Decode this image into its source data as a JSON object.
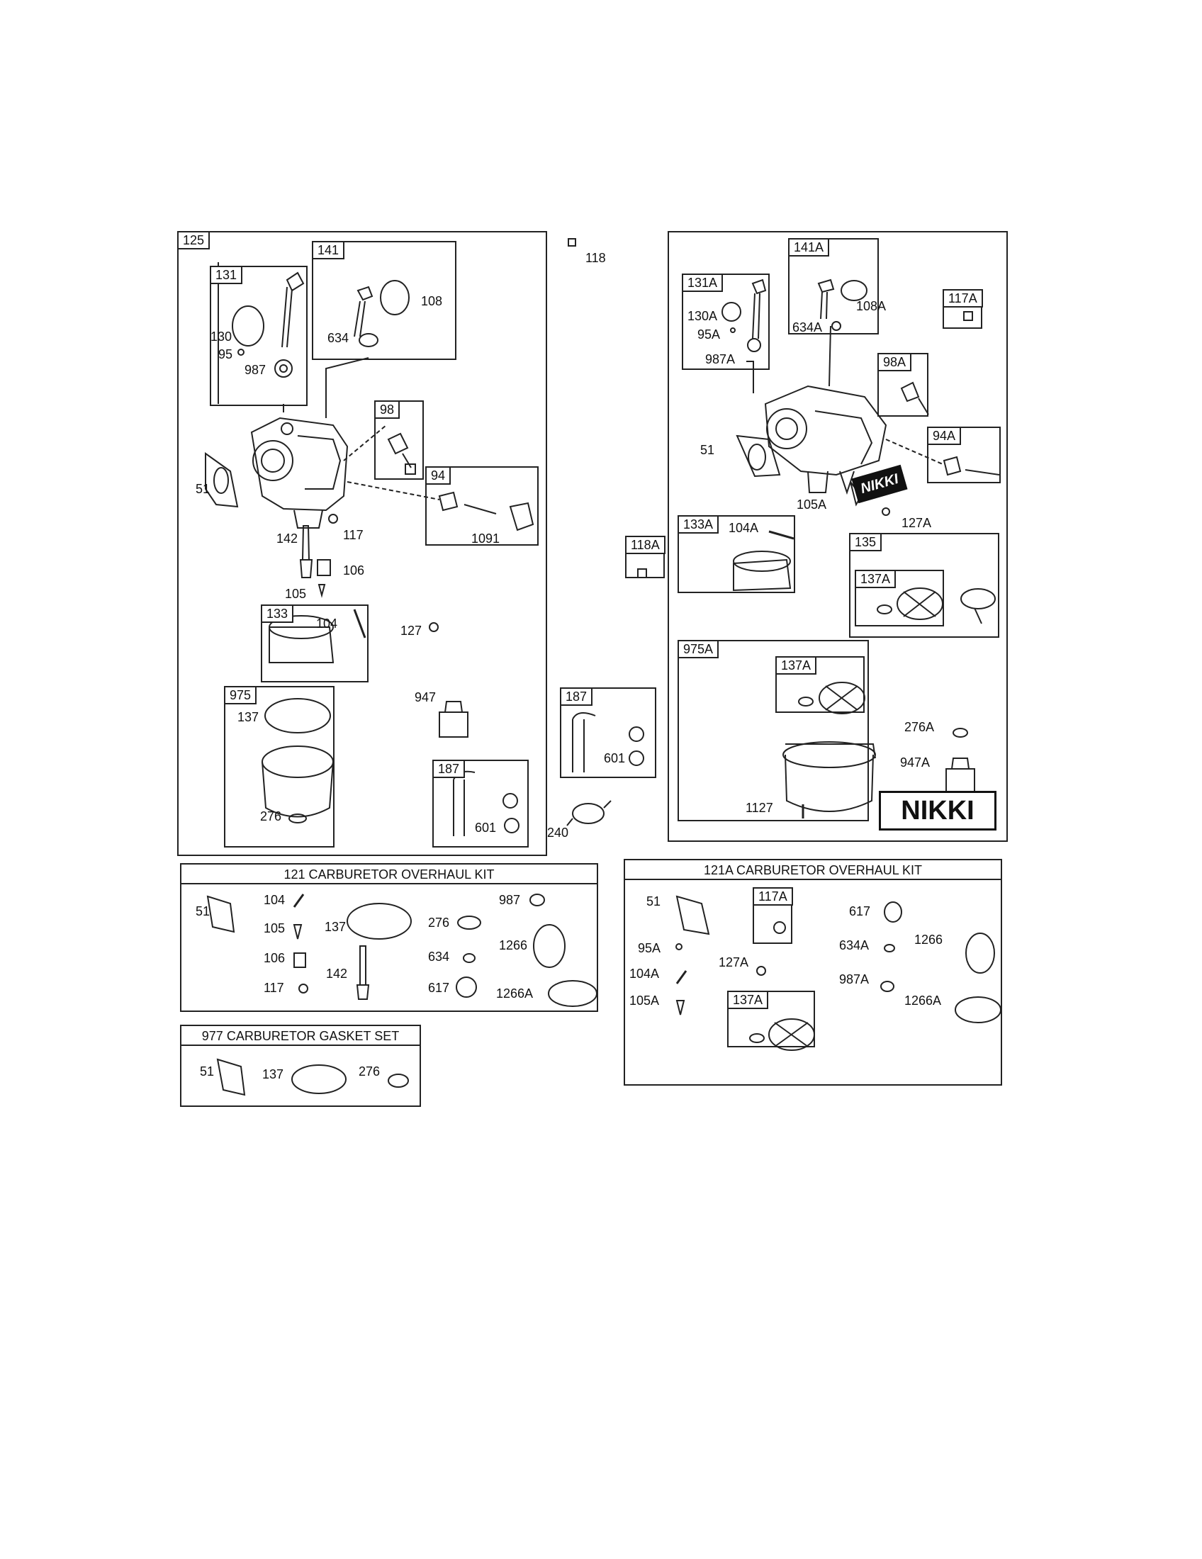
{
  "groups": {
    "g125": {
      "id": "125"
    },
    "g131": {
      "id": "131",
      "parts": [
        "130",
        "95",
        "987"
      ]
    },
    "g141": {
      "id": "141",
      "parts": [
        "108",
        "634"
      ]
    },
    "g98": {
      "id": "98"
    },
    "g94": {
      "id": "94",
      "parts": [
        "1091"
      ]
    },
    "g133": {
      "id": "133",
      "parts": [
        "104"
      ]
    },
    "g975": {
      "id": "975",
      "parts": [
        "137",
        "276"
      ]
    },
    "g187a": {
      "id": "187",
      "parts": [
        "601"
      ]
    },
    "g187b": {
      "id": "187",
      "parts": [
        "601"
      ]
    },
    "g131A": {
      "id": "131A",
      "parts": [
        "130A",
        "95A",
        "987A"
      ]
    },
    "g141A": {
      "id": "141A",
      "parts": [
        "108A",
        "634A"
      ]
    },
    "g117A": {
      "id": "117A"
    },
    "g98A": {
      "id": "98A"
    },
    "g94A": {
      "id": "94A"
    },
    "g118A": {
      "id": "118A"
    },
    "g133A": {
      "id": "133A",
      "parts": [
        "104A"
      ]
    },
    "g135": {
      "id": "135"
    },
    "g137A": {
      "id": "137A"
    },
    "g975A": {
      "id": "975A",
      "parts": [
        "1127"
      ]
    },
    "g975A_137A": {
      "id": "137A"
    }
  },
  "loose_labels": {
    "l118": "118",
    "l51": "51",
    "l117": "117",
    "l142": "142",
    "l106": "106",
    "l105": "105",
    "l127": "127",
    "l947": "947",
    "l240": "240",
    "l51A": "51",
    "l105A": "105A",
    "l127A": "127A",
    "l276A": "276A",
    "l947A": "947A"
  },
  "brand": {
    "nikki_tag": "NIKKI",
    "nikki_box": "NIKKI"
  },
  "kits": {
    "k121": {
      "title": "121 CARBURETOR OVERHAUL KIT",
      "labels": {
        "a51": "51",
        "a104": "104",
        "a105": "105",
        "a106": "106",
        "a117": "117",
        "a137": "137",
        "a142": "142",
        "a276": "276",
        "a634": "634",
        "a617": "617",
        "a987": "987",
        "a1266": "1266",
        "a1266A": "1266A"
      }
    },
    "k977": {
      "title": "977 CARBURETOR GASKET SET",
      "labels": {
        "a51": "51",
        "a137": "137",
        "a276": "276"
      }
    },
    "k121A": {
      "title": "121A CARBURETOR OVERHAUL KIT",
      "sub117A": "117A",
      "sub137A": "137A",
      "labels": {
        "a51": "51",
        "a95A": "95A",
        "a104A": "104A",
        "a105A": "105A",
        "a127A": "127A",
        "a617": "617",
        "a634A": "634A",
        "a987A": "987A",
        "a1266": "1266",
        "a1266A": "1266A"
      }
    }
  }
}
